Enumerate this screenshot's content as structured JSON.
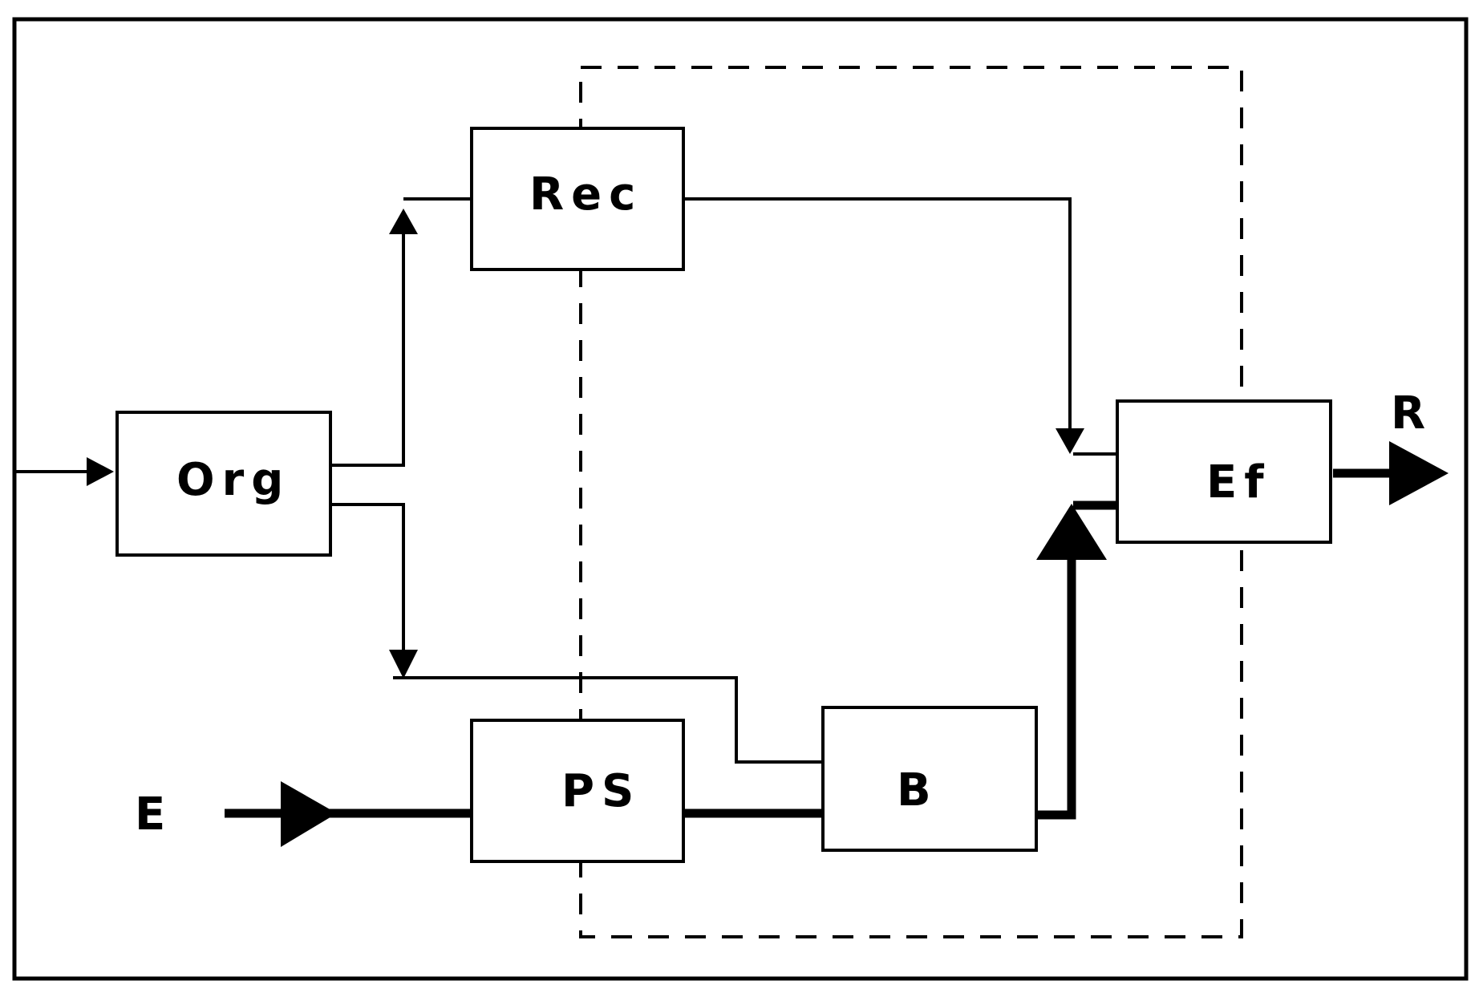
{
  "diagram": {
    "blocks": {
      "org": "Org",
      "rec": "Rec",
      "ps": "PS",
      "b": "B",
      "ef": "Ef"
    },
    "signals": {
      "input": "E",
      "output": "R"
    }
  }
}
